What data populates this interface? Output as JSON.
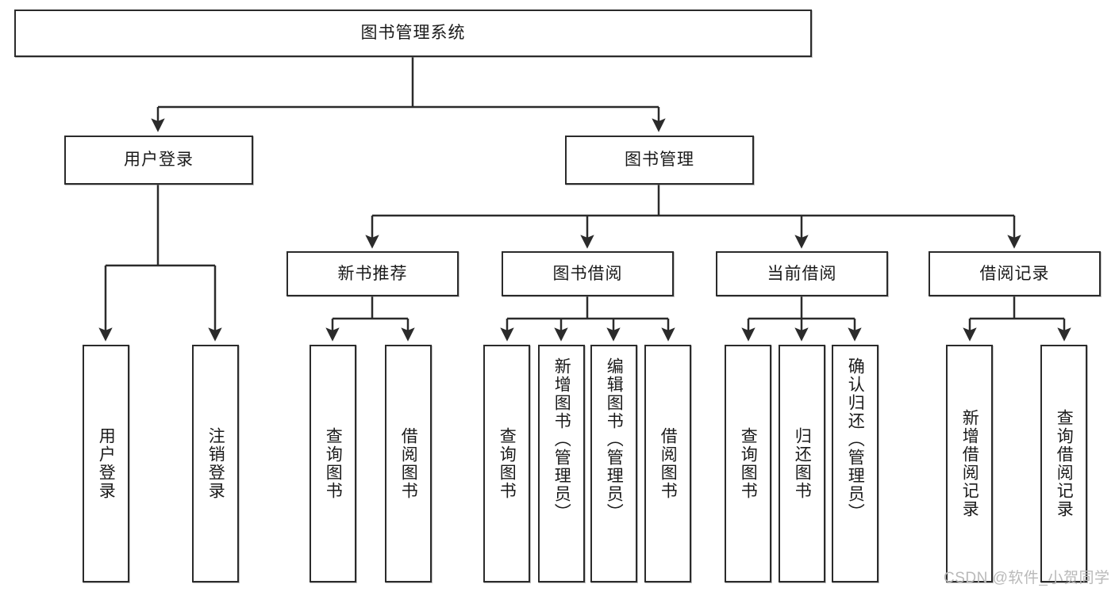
{
  "diagram": {
    "type": "tree-hierarchy",
    "title": "图书管理系统",
    "orientation": "top-down",
    "colors": {
      "box_border": "#2b2b2b",
      "box_fill": "#ffffff",
      "edge": "#2b2b2b",
      "text": "#1a1a1a",
      "watermark": "#b9b9b9",
      "canvas": "#ffffff"
    },
    "nodes": {
      "root": {
        "label": "图书管理系统"
      },
      "level2": [
        {
          "id": "user-login",
          "label": "用户登录"
        },
        {
          "id": "book-manage",
          "label": "图书管理"
        }
      ],
      "level3": [
        {
          "id": "new-book-recommend",
          "label": "新书推荐"
        },
        {
          "id": "book-borrow",
          "label": "图书借阅"
        },
        {
          "id": "current-borrow",
          "label": "当前借阅"
        },
        {
          "id": "borrow-record",
          "label": "借阅记录"
        }
      ],
      "leaves": {
        "user-login": [
          {
            "id": "leaf-user-login",
            "label": "用户登录"
          },
          {
            "id": "leaf-logout-login",
            "label": "注销登录"
          }
        ],
        "new-book-recommend": [
          {
            "id": "leaf-query-book-1",
            "label": "查询图书"
          },
          {
            "id": "leaf-borrow-book-1",
            "label": "借阅图书"
          }
        ],
        "book-borrow": [
          {
            "id": "leaf-query-book-2",
            "label": "查询图书"
          },
          {
            "id": "leaf-add-book",
            "label": "新增图书（管理员）"
          },
          {
            "id": "leaf-edit-book",
            "label": "编辑图书（管理员）"
          },
          {
            "id": "leaf-borrow-book-2",
            "label": "借阅图书"
          }
        ],
        "current-borrow": [
          {
            "id": "leaf-query-book-3",
            "label": "查询图书"
          },
          {
            "id": "leaf-return-book",
            "label": "归还图书"
          },
          {
            "id": "leaf-confirm-return",
            "label": "确认归还（管理员）"
          }
        ],
        "borrow-record": [
          {
            "id": "leaf-add-record",
            "label": "新增借阅记录"
          },
          {
            "id": "leaf-query-record",
            "label": "查询借阅记录"
          }
        ]
      }
    },
    "watermark": "CSDN @软件_小贺同学"
  }
}
